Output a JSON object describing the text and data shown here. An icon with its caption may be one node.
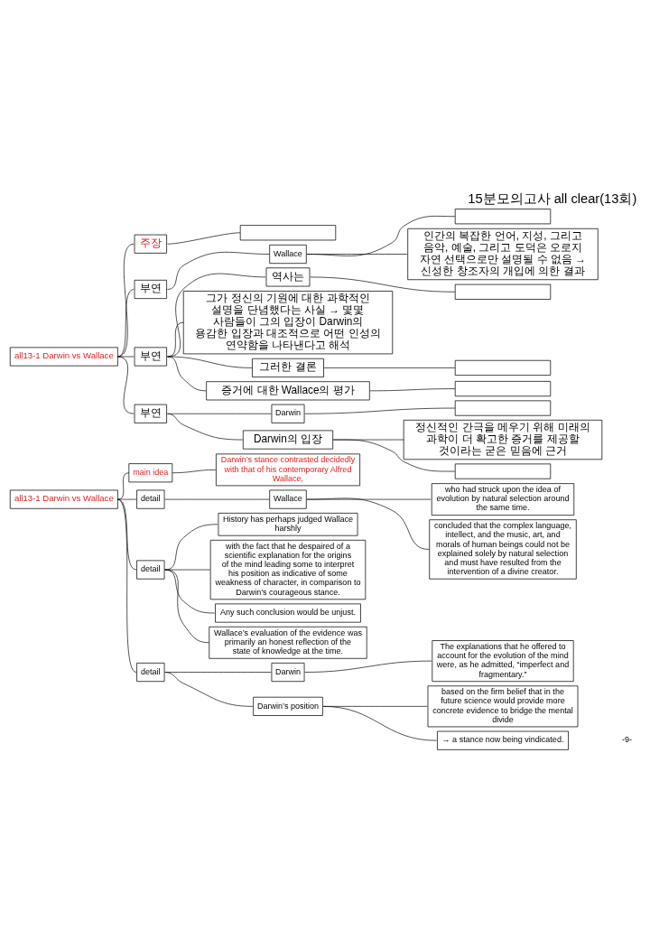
{
  "diagram": {
    "title": "15분모의고사 all clear(13회)",
    "nodes": [
      {
        "text": [
          "all13-1 Darwin vs Wallace"
        ]
      },
      {
        "text": [
          "주장"
        ]
      },
      {
        "text": [],
        "shape": "box"
      },
      {
        "text": [
          "부연"
        ]
      },
      {
        "text": [
          "Wallace"
        ]
      },
      {
        "text": [],
        "shape": "box"
      },
      {
        "text": [
          "인간의 복잡한 언어, 지성, 그리고 음악, 예술, 그리고 도덕은 오로지 자연 선택으로만 설명될 수 없음 → 신성한 창조자의 개입에 의한 결과"
        ]
      },
      {
        "text": [
          "부연"
        ]
      },
      {
        "text": [
          "역사는"
        ]
      },
      {
        "text": [],
        "shape": "box"
      },
      {
        "text": [
          "그가 정신의 기원에 대한 과학적인 설명을 단념했다는 사실 → 몇몇 사람들이 그의 입장이 Darwin의 용감한 입장과 대조적으로 어떤 인성의 연약함을 나타낸다고 해석"
        ]
      },
      {
        "text": [
          "그러한 결론"
        ]
      },
      {
        "text": [],
        "shape": "box"
      },
      {
        "text": [
          "증거에 대한 Wallace의 평가"
        ]
      },
      {
        "text": [],
        "shape": "box"
      },
      {
        "text": [
          "부연"
        ]
      },
      {
        "text": [
          "Darwin"
        ]
      },
      {
        "text": [],
        "shape": "box"
      },
      {
        "text": [
          "Darwin의 입장"
        ]
      },
      {
        "text": [
          "정신적인 간극을 메우기 위해 미래의 과학이 더 확고한 증거를 제공할 것이라는 굳은 믿음에 근거"
        ]
      },
      {
        "text": [],
        "shape": "box"
      },
      {
        "text": [
          "all13-1 Darwin vs Wallace"
        ]
      },
      {
        "text": [
          "main idea"
        ]
      },
      {
        "text": [
          "Darwin’s stance contrasted decidedly with that of his contemporary Alfred Wallace,"
        ]
      },
      {
        "text": [
          "detail"
        ]
      },
      {
        "text": [
          "Wallace"
        ]
      },
      {
        "text": [
          "who had struck upon the idea of evolution by natural selection around the same time."
        ]
      },
      {
        "text": [
          "concluded that the complex language, intellect, and the music, art, and morals of human beings could not be explained solely by natural selection and must have resulted from the intervention of a divine creator."
        ]
      },
      {
        "text": [
          "detail"
        ]
      },
      {
        "text": [
          "History has perhaps judged Wallace harshly"
        ]
      },
      {
        "text": [
          "with the fact that he despaired of a scientific explanation for the origins of the mind leading some to interpret his position as indicative of some weakness of character, in comparison to Darwin’s courageous stance."
        ]
      },
      {
        "text": [
          "Any such conclusion would be unjust."
        ]
      },
      {
        "text": [
          "Wallace’s evaluation of the evidence was primarily an honest reflection of the state of knowledge at the time."
        ]
      },
      {
        "text": [
          "detail"
        ]
      },
      {
        "text": [
          "Darwin"
        ]
      },
      {
        "text": [
          "The explanations that he offered to account for the evolution of the mind were, as he admitted, “imperfect and fragmentary.”"
        ]
      },
      {
        "text": [
          "Darwin’s position"
        ]
      },
      {
        "text": [
          "based on the firm belief that in the future science would provide more concrete evidence to bridge the mental divide"
        ]
      },
      {
        "text": [
          "→ a stance now being vindicated."
        ]
      }
    ],
    "edges": [
      {
        "from": 0,
        "to": 1,
        "arrow": "none"
      },
      {
        "from": 1,
        "to": 2,
        "arrow": "none"
      },
      {
        "from": 0,
        "to": 3,
        "arrow": "none"
      },
      {
        "from": 3,
        "to": 4,
        "arrow": "none"
      },
      {
        "from": 4,
        "to": 5,
        "arrow": "none"
      },
      {
        "from": 4,
        "to": 6,
        "arrow": "none"
      },
      {
        "from": 0,
        "to": 7,
        "arrow": "none"
      },
      {
        "from": 7,
        "to": 8,
        "arrow": "none"
      },
      {
        "from": 8,
        "to": 9,
        "arrow": "none"
      },
      {
        "from": 7,
        "to": 10,
        "arrow": "none"
      },
      {
        "from": 7,
        "to": 11,
        "arrow": "none"
      },
      {
        "from": 11,
        "to": 12,
        "arrow": "none"
      },
      {
        "from": 7,
        "to": 13,
        "arrow": "none"
      },
      {
        "from": 13,
        "to": 14,
        "arrow": "none"
      },
      {
        "from": 0,
        "to": 15,
        "arrow": "none"
      },
      {
        "from": 15,
        "to": 16,
        "arrow": "none"
      },
      {
        "from": 16,
        "to": 17,
        "arrow": "none"
      },
      {
        "from": 15,
        "to": 18,
        "arrow": "none"
      },
      {
        "from": 18,
        "to": 19,
        "arrow": "none"
      },
      {
        "from": 18,
        "to": 20,
        "arrow": "none"
      },
      {
        "from": 21,
        "to": 22,
        "arrow": "none"
      },
      {
        "from": 22,
        "to": 23,
        "arrow": "none"
      },
      {
        "from": 21,
        "to": 24,
        "arrow": "none"
      },
      {
        "from": 24,
        "to": 25,
        "arrow": "none"
      },
      {
        "from": 25,
        "to": 26,
        "arrow": "none"
      },
      {
        "from": 25,
        "to": 27,
        "arrow": "none"
      },
      {
        "from": 21,
        "to": 28,
        "arrow": "none"
      },
      {
        "from": 28,
        "to": 29,
        "arrow": "none"
      },
      {
        "from": 28,
        "to": 30,
        "arrow": "none"
      },
      {
        "from": 28,
        "to": 31,
        "arrow": "none"
      },
      {
        "from": 28,
        "to": 32,
        "arrow": "none"
      },
      {
        "from": 21,
        "to": 33,
        "arrow": "none"
      },
      {
        "from": 33,
        "to": 34,
        "arrow": "none"
      },
      {
        "from": 34,
        "to": 35,
        "arrow": "none"
      },
      {
        "from": 33,
        "to": 36,
        "arrow": "none"
      },
      {
        "from": 36,
        "to": 37,
        "arrow": "none"
      },
      {
        "from": 36,
        "to": 38,
        "arrow": "none"
      }
    ],
    "labels": [
      "-9-"
    ]
  }
}
